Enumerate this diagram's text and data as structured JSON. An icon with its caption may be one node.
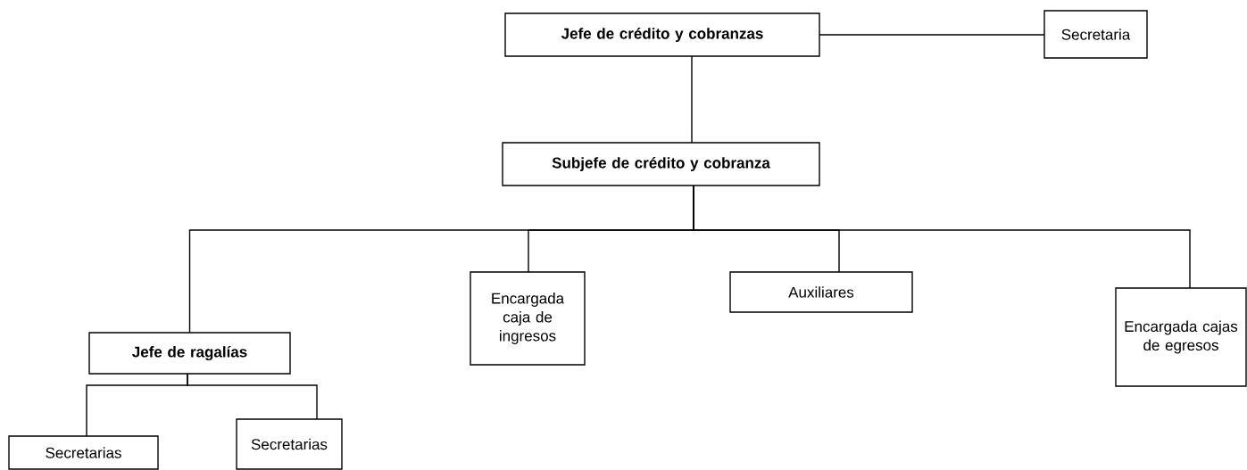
{
  "diagram": {
    "nodes": [
      {
        "text": [
          "Jefe de crédito y cobranzas"
        ]
      },
      {
        "text": [
          "Secretaria"
        ]
      },
      {
        "text": [
          "Subjefe de crédito y cobranza"
        ]
      },
      {
        "text": [
          "Jefe de ragalías"
        ]
      },
      {
        "text": [
          "Encargada caja de ingresos"
        ]
      },
      {
        "text": [
          "Auxiliares"
        ]
      },
      {
        "text": [
          "Encargada cajas de egresos"
        ]
      },
      {
        "text": [
          "Secretarias"
        ]
      },
      {
        "text": [
          "Secretarias"
        ]
      }
    ],
    "edges": [
      {
        "from": 0,
        "to": 1,
        "arrow": "none"
      },
      {
        "from": 0,
        "to": 2,
        "arrow": "none"
      },
      {
        "from": 2,
        "to": 3,
        "arrow": "none"
      },
      {
        "from": 2,
        "to": 4,
        "arrow": "none"
      },
      {
        "from": 2,
        "to": 5,
        "arrow": "none"
      },
      {
        "from": 2,
        "to": 6,
        "arrow": "none"
      },
      {
        "from": 3,
        "to": 7,
        "arrow": "none"
      },
      {
        "from": 3,
        "to": 8,
        "arrow": "none"
      }
    ]
  }
}
